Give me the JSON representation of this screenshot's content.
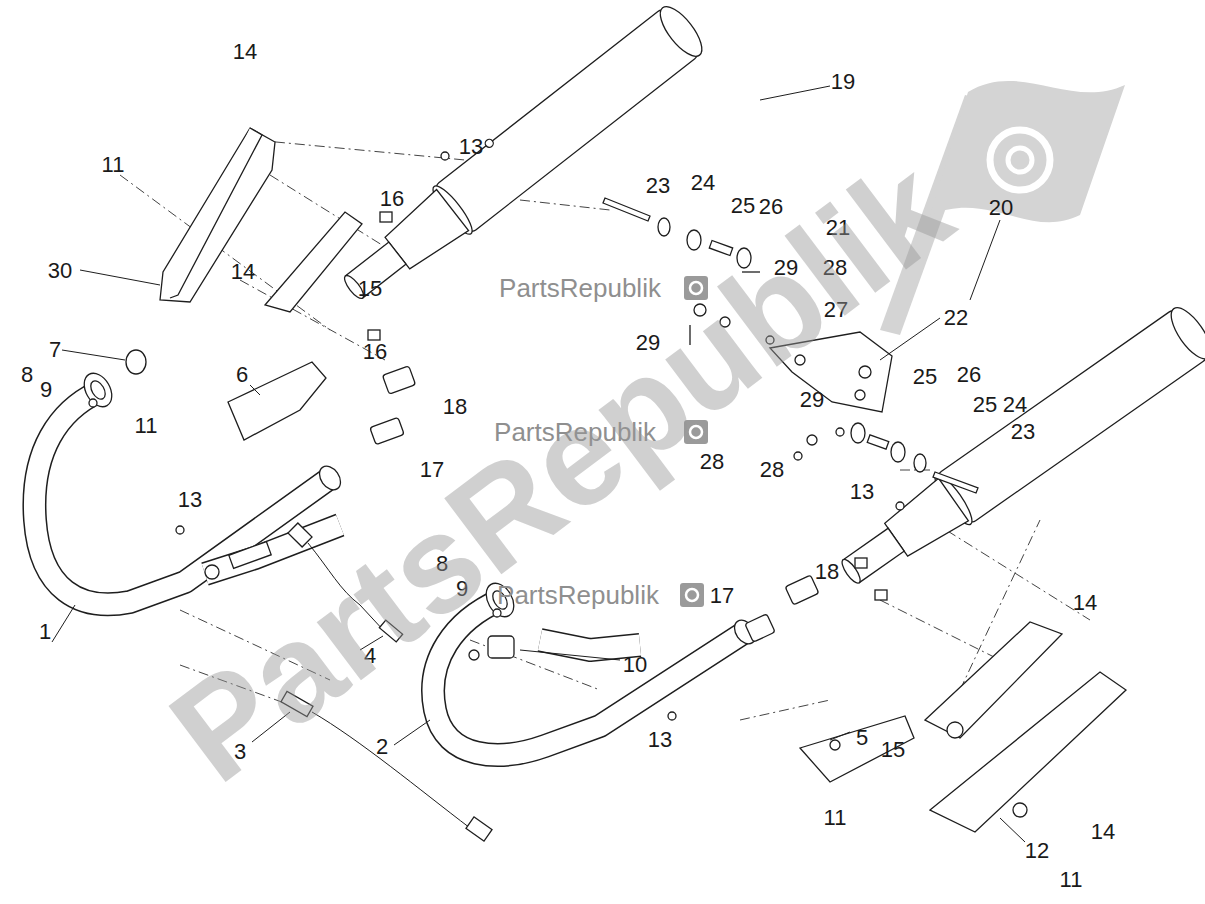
{
  "diagram": {
    "labels": [
      "14",
      "19",
      "13",
      "11",
      "23",
      "24",
      "25",
      "26",
      "16",
      "20",
      "21",
      "29",
      "28",
      "30",
      "14",
      "15",
      "PartsRepublik",
      "27",
      "22",
      "7",
      "16",
      "29",
      "8",
      "6",
      "25",
      "26",
      "9",
      "29",
      "25",
      "24",
      "18",
      "11",
      "28",
      "PartsRepublik",
      "23",
      "28",
      "17",
      "13",
      "13",
      "8",
      "18",
      "PartsRepublik",
      "17",
      "9",
      "14",
      "1",
      "4",
      "10",
      "13",
      "5",
      "2",
      "3",
      "15",
      "11",
      "14",
      "12",
      "11",
      "PartsRepublik"
    ]
  }
}
